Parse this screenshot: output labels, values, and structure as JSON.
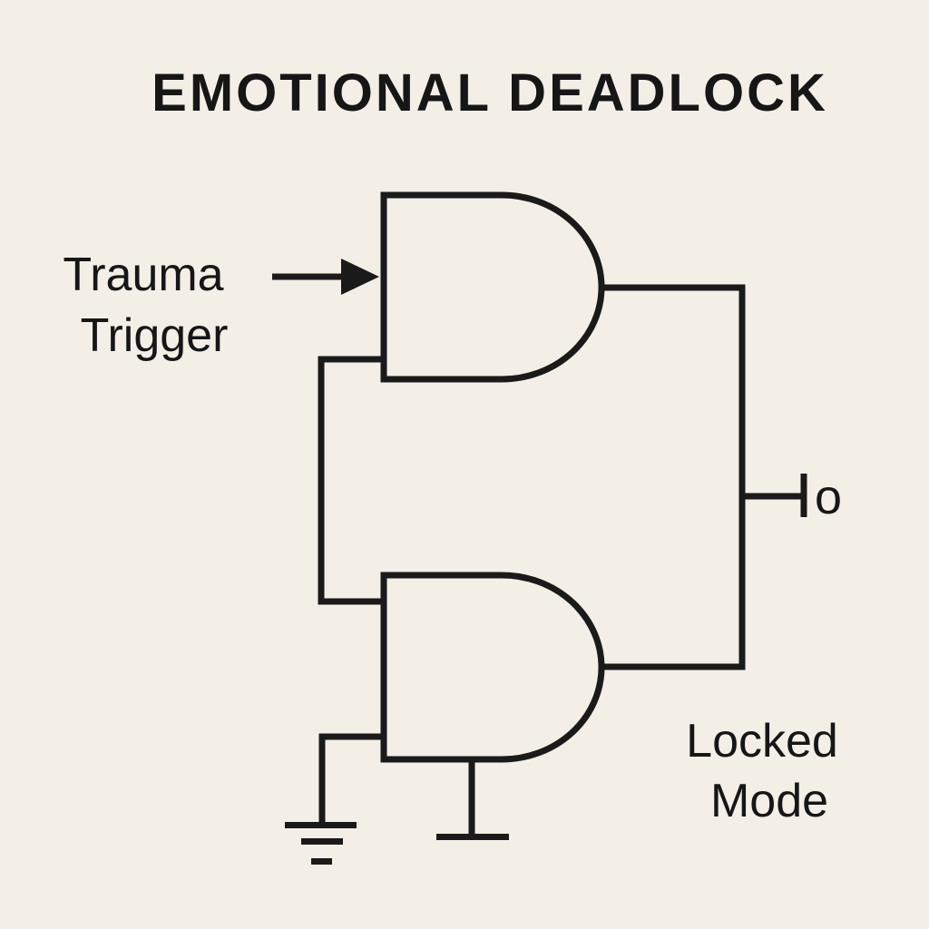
{
  "title": "EMOTIONAL DEADLOCK",
  "labels": {
    "input_line1": "Trauma",
    "input_line2": "Trigger",
    "output_line1": "Locked",
    "output_line2": "Mode",
    "output_terminal": "o"
  },
  "colors": {
    "background": "#f3efe6",
    "ink": "#1a1a1a"
  },
  "components": {
    "gates": [
      "and-gate-top",
      "and-gate-bottom"
    ],
    "grounds": [
      "ground-symbol",
      "tee-terminal"
    ]
  }
}
